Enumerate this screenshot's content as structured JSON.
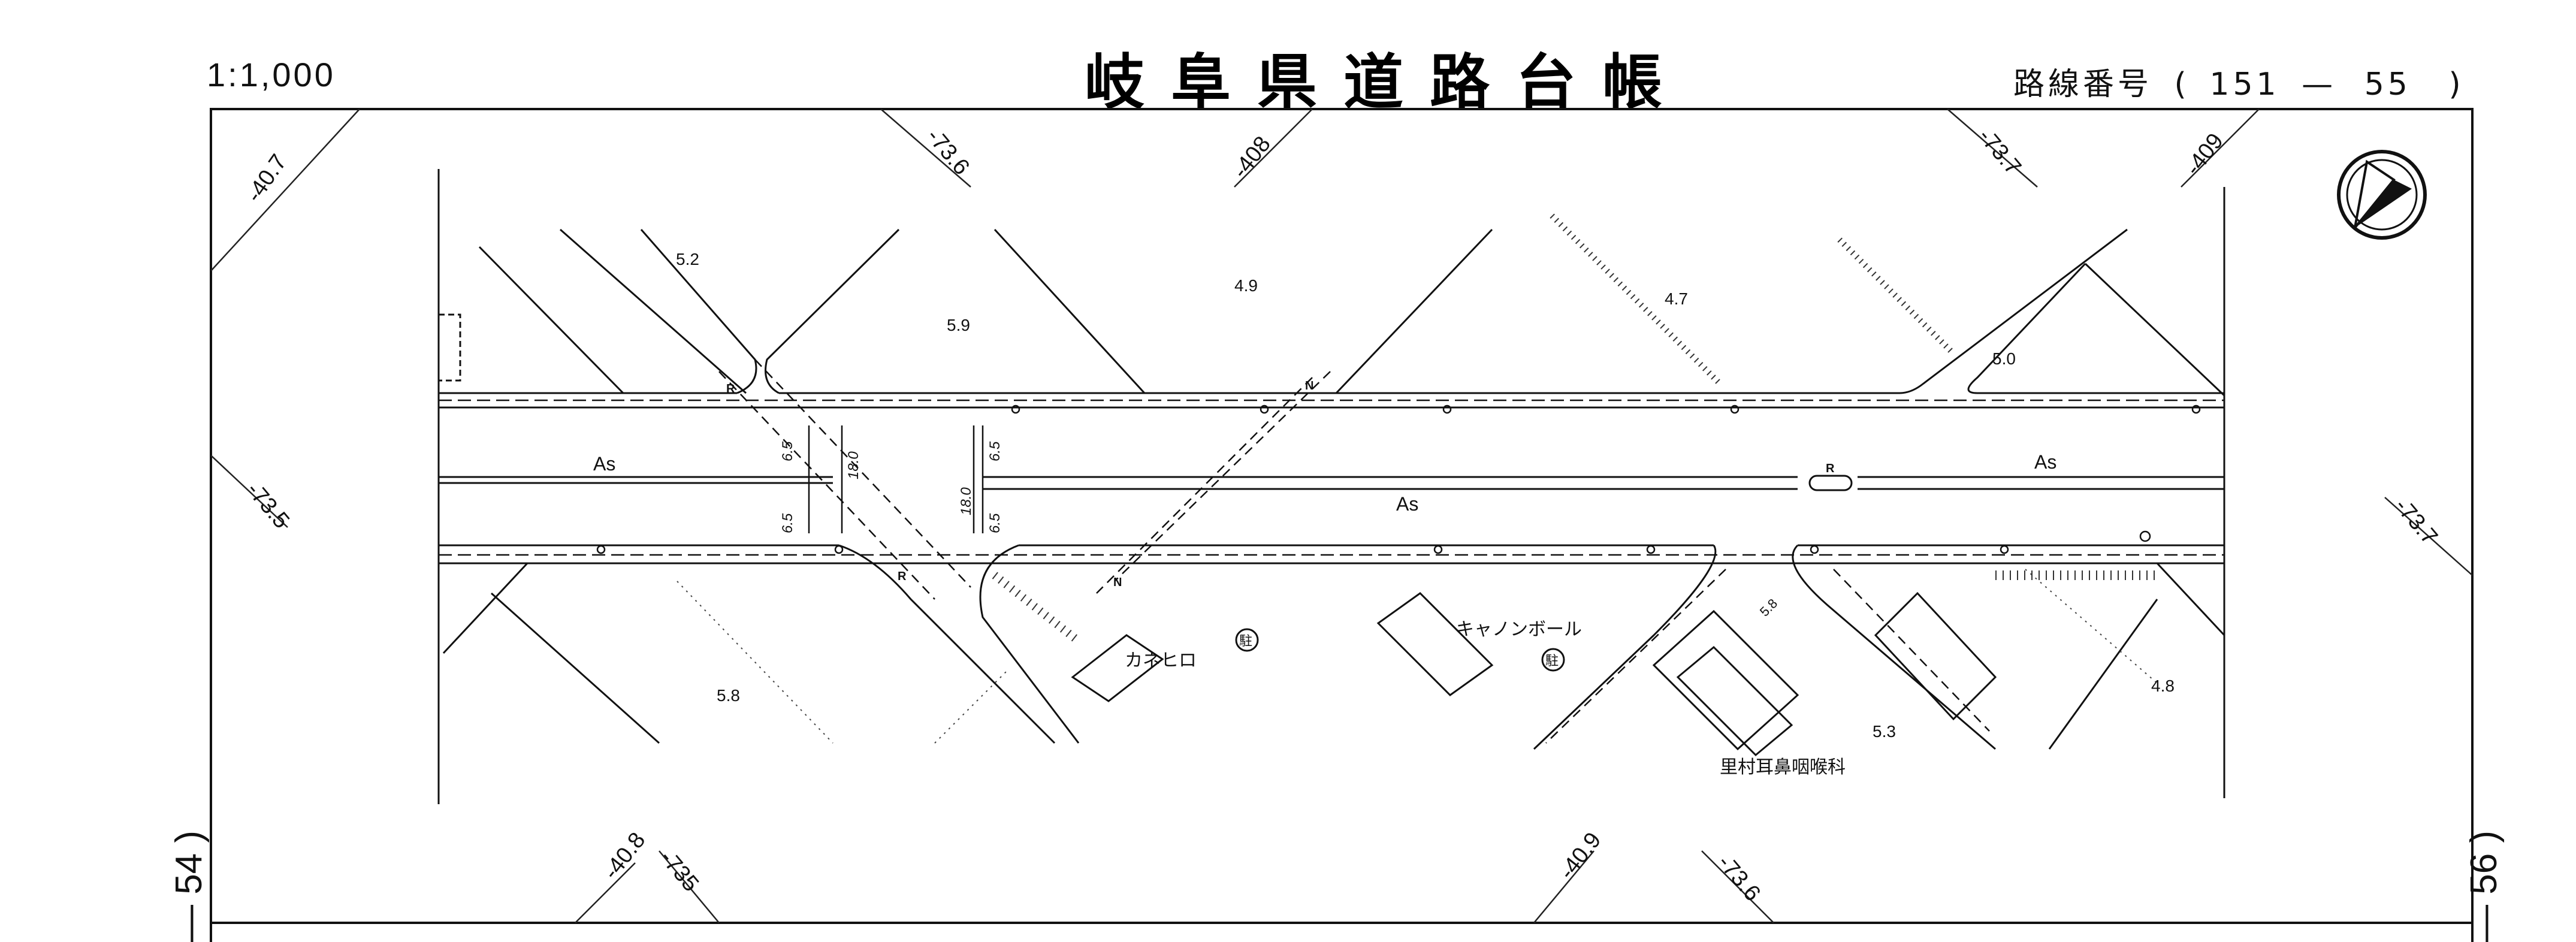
{
  "header": {
    "scale": "1:1,000",
    "title": "岐阜県道路台帳",
    "route_label": "路線番号",
    "route_open": "(",
    "route_left": "151",
    "route_dash": "—",
    "route_right": "55",
    "route_close": ")"
  },
  "sheets": {
    "prev": "— 54 )",
    "next": "— 56 )"
  },
  "grid_labels": [
    "-40.7",
    "-73.6",
    "-408",
    "-73.7",
    "-409",
    "-73.5",
    "-73.7",
    "-40.8",
    "-735",
    "-40.9",
    "-73.6"
  ],
  "elevations": [
    "5.2",
    "5.9",
    "4.9",
    "4.7",
    "5.0",
    "5.8",
    "5.8",
    "5.3",
    "4.8"
  ],
  "road_labels": {
    "surface_1": "As",
    "surface_2": "As",
    "surface_3": "As"
  },
  "widths": [
    "6.5",
    "18.0",
    "6.5",
    "6.5",
    "18.0",
    "6.5"
  ],
  "markers": {
    "r": "R",
    "n": "N",
    "p": "駐"
  },
  "buildings": {
    "kanehiro": "カネヒロ",
    "canon_ball": "キャノンボール",
    "clinic": "里村耳鼻咽喉科"
  },
  "north_icon": "north-arrow-icon",
  "colors": {
    "ink": "#111111",
    "paper": "#ffffff"
  }
}
